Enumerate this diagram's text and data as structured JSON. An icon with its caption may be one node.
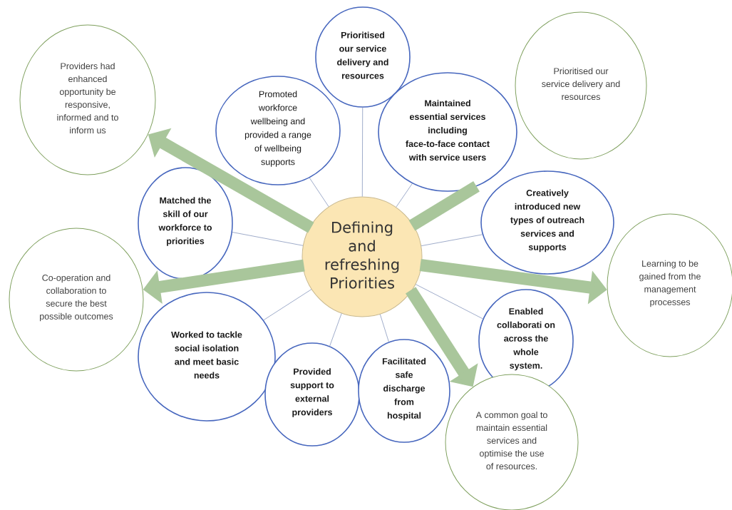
{
  "diagram": {
    "nodes": [
      {
        "text": [
          "Defining and refreshing Priorities"
        ]
      },
      {
        "text": [
          "Prioritised our service delivery and resources"
        ]
      },
      {
        "text": [
          "Promoted workforce wellbeing and provided a range of wellbeing supports"
        ]
      },
      {
        "text": [
          "Maintained essential services including face-to-face contact with service users"
        ]
      },
      {
        "text": [
          "Matched the skill of our workforce to priorities"
        ]
      },
      {
        "text": [
          "Creatively introduced new types of outreach services and supports"
        ]
      },
      {
        "text": [
          "Worked to tackle social isolation and meet basic needs"
        ]
      },
      {
        "text": [
          "Provided support to external providers"
        ]
      },
      {
        "text": [
          "Facilitated safe discharge from hospital"
        ]
      },
      {
        "text": [
          "Enabled collaborati on across the whole system."
        ]
      },
      {
        "text": [
          "Providers had enhanced opportunity be responsive, informed and to inform us"
        ]
      },
      {
        "text": [
          "Prioritised our service delivery and resources"
        ]
      },
      {
        "text": [
          "Co-operation and collaboration to secure the best possible outcomes"
        ]
      },
      {
        "text": [
          "Learning to be gained from the management processes"
        ]
      },
      {
        "text": [
          "A common goal to maintain essential services and optimise the use of resources."
        ]
      }
    ],
    "edges": [
      {
        "from": 0,
        "to": 1,
        "arrow": "none"
      },
      {
        "from": 0,
        "to": 2,
        "arrow": "none"
      },
      {
        "from": 0,
        "to": 3,
        "arrow": "none"
      },
      {
        "from": 0,
        "to": 4,
        "arrow": "none"
      },
      {
        "from": 0,
        "to": 5,
        "arrow": "none"
      },
      {
        "from": 0,
        "to": 6,
        "arrow": "none"
      },
      {
        "from": 0,
        "to": 7,
        "arrow": "none"
      },
      {
        "from": 0,
        "to": 8,
        "arrow": "none"
      },
      {
        "from": 0,
        "to": 9,
        "arrow": "none"
      },
      {
        "from": 0,
        "to": 10,
        "arrow": "to",
        "style": "thick",
        "color": "#a9c69b"
      },
      {
        "from": 0,
        "to": 12,
        "arrow": "to",
        "style": "thick",
        "color": "#a9c69b"
      },
      {
        "from": 0,
        "to": 13,
        "arrow": "to",
        "style": "thick",
        "color": "#a9c69b"
      },
      {
        "from": 0,
        "to": 14,
        "arrow": "to",
        "style": "thick",
        "color": "#a9c69b"
      },
      {
        "from": 0,
        "to": 3,
        "arrow": "none",
        "style": "thick",
        "color": "#a9c69b"
      }
    ]
  }
}
